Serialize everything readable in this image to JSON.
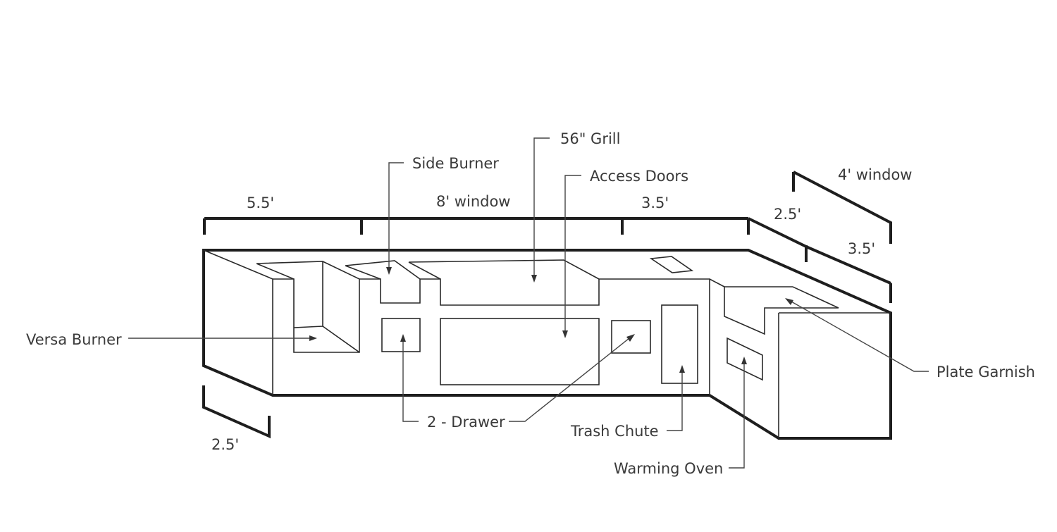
{
  "labels": {
    "grill": "56\" Grill",
    "side_burner": "Side Burner",
    "access_doors": "Access Doors",
    "versa_burner": "Versa Burner",
    "two_drawer": "2 - Drawer",
    "trash_chute": "Trash Chute",
    "warming_oven": "Warming Oven",
    "plate_garnish": "Plate Garnish"
  },
  "dimensions": {
    "left_segment": "5.5'",
    "window_8": "8' window",
    "right_segment": "3.5'",
    "return_back": "2.5'",
    "window_4": "4' window",
    "return_side": "3.5'",
    "left_depth": "2.5'"
  }
}
